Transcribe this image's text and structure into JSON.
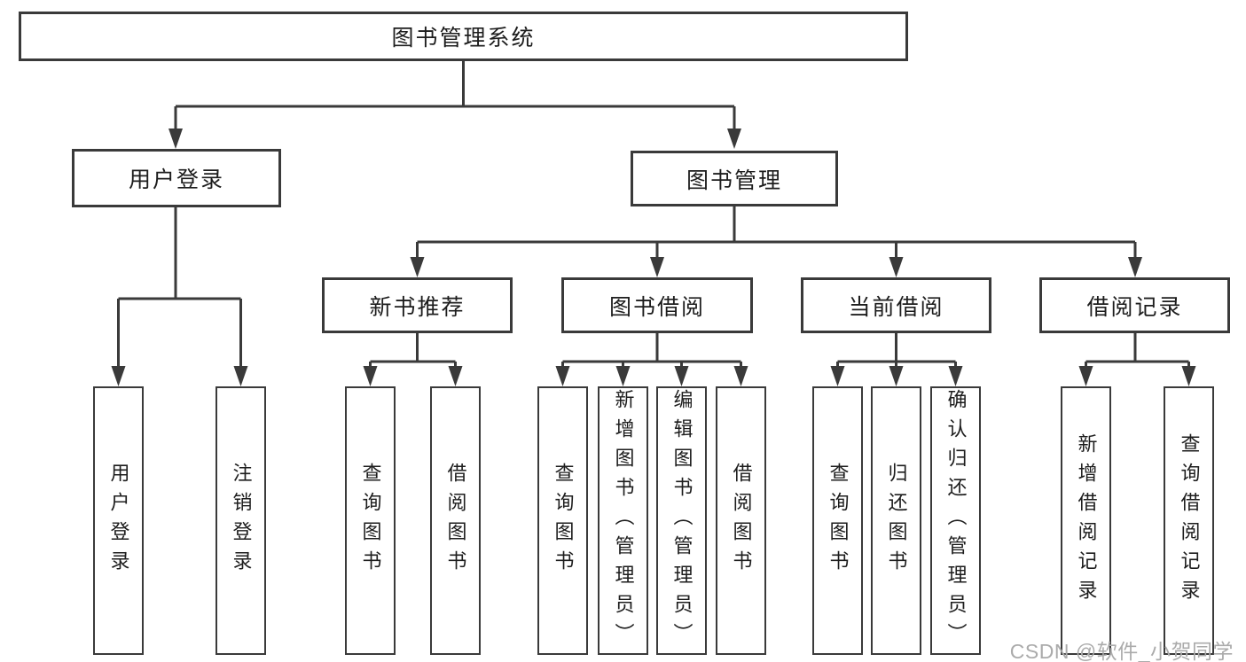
{
  "diagram": {
    "root": "图书管理系统",
    "branches": [
      {
        "label": "用户登录",
        "children": [
          "用户登录",
          "注销登录"
        ]
      },
      {
        "label": "图书管理",
        "groups": [
          {
            "label": "新书推荐",
            "children": [
              "查询图书",
              "借阅图书"
            ]
          },
          {
            "label": "图书借阅",
            "children": [
              "查询图书",
              "新增图书（管理员）",
              "编辑图书（管理员）",
              "借阅图书"
            ]
          },
          {
            "label": "当前借阅",
            "children": [
              "查询图书",
              "归还图书",
              "确认归还（管理员）"
            ]
          },
          {
            "label": "借阅记录",
            "children": [
              "新增借阅记录",
              "查询借阅记录"
            ]
          }
        ]
      }
    ]
  },
  "watermark": "CSDN @软件_小贺同学",
  "colors": {
    "line": "#3a3a3a",
    "text": "#1d1d1d",
    "watermark": "#ababab",
    "background": "#ffffff"
  }
}
